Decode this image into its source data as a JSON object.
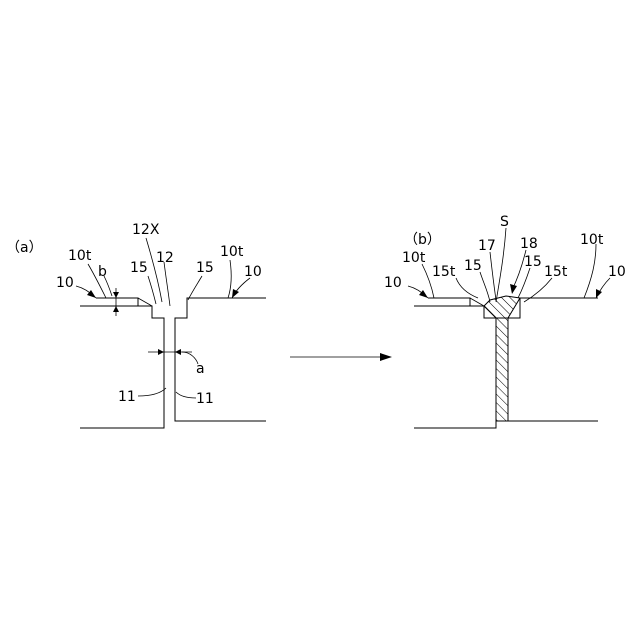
{
  "figure_a": {
    "label": "（a）",
    "labels": {
      "l_12X": "12X",
      "l_12": "12",
      "l_15_left": "15",
      "l_15_right": "15",
      "l_10t_left": "10t",
      "l_10t_right": "10t",
      "l_10_left": "10",
      "l_10_right": "10",
      "l_b": "b",
      "l_a": "a",
      "l_11_left": "11",
      "l_11_right": "11"
    }
  },
  "figure_b": {
    "label": "（b）",
    "labels": {
      "l_S": "S",
      "l_17": "17",
      "l_18": "18",
      "l_10t_left": "10t",
      "l_10t_right": "10t",
      "l_15t_left": "15t",
      "l_15_left": "15",
      "l_15_right": "15",
      "l_15t_right": "15t",
      "l_10_left": "10",
      "l_10_right": "10"
    }
  }
}
